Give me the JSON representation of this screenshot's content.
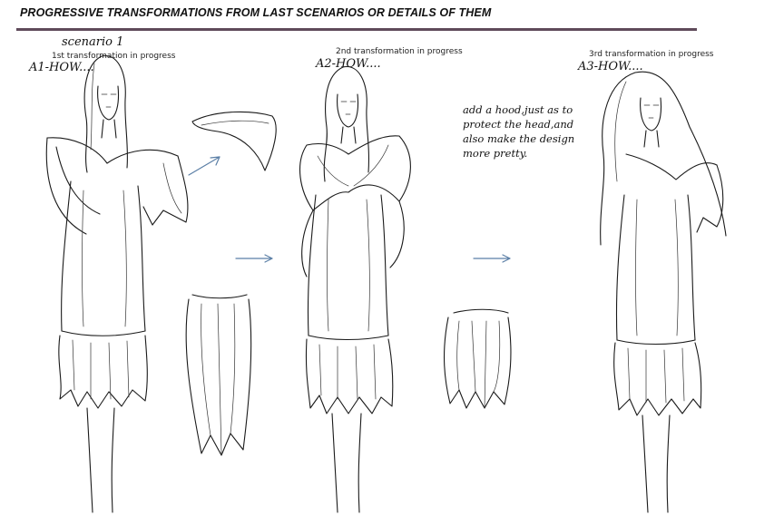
{
  "page": {
    "title": "PROGRESSIVE TRANSFORMATIONS FROM LAST SCENARIOS OR DETAILS OF THEM"
  },
  "stage1": {
    "scenario": "scenario 1",
    "caption": "1st transformation in progress",
    "label": "A1-HOW...."
  },
  "stage2": {
    "caption": "2nd transformation in progress",
    "label": "A2-HOW...."
  },
  "stage3": {
    "caption": "3rd transformation in progress",
    "label": "A3-HOW...."
  },
  "note": {
    "text": "add a hood,just as to protect the head,and also make the design more pretty."
  },
  "colors": {
    "rule": "#5f4a5a",
    "arrow": "#5b7fa6",
    "ink": "#1a1a1a"
  }
}
